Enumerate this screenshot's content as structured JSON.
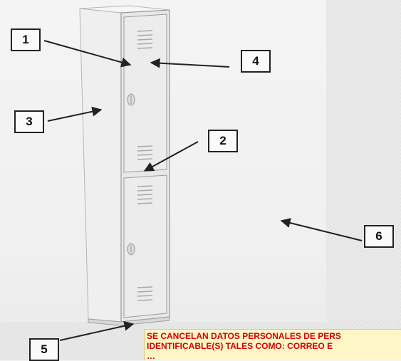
{
  "callouts": {
    "c1": "1",
    "c2": "2",
    "c3": "3",
    "c4": "4",
    "c5": "5",
    "c6": "6"
  },
  "redaction_notice": {
    "line1": "SE CANCELAN DATOS PERSONALES DE PERS",
    "line2": "IDENTIFICABLE(S) TALES COMO: CORREO E",
    "line3": "…",
    "color": "#d60000"
  },
  "colors": {
    "locker_body": "#efefef",
    "locker_door": "#ebebeb",
    "outline": "#9a9a9a",
    "arrow": "#222222"
  }
}
